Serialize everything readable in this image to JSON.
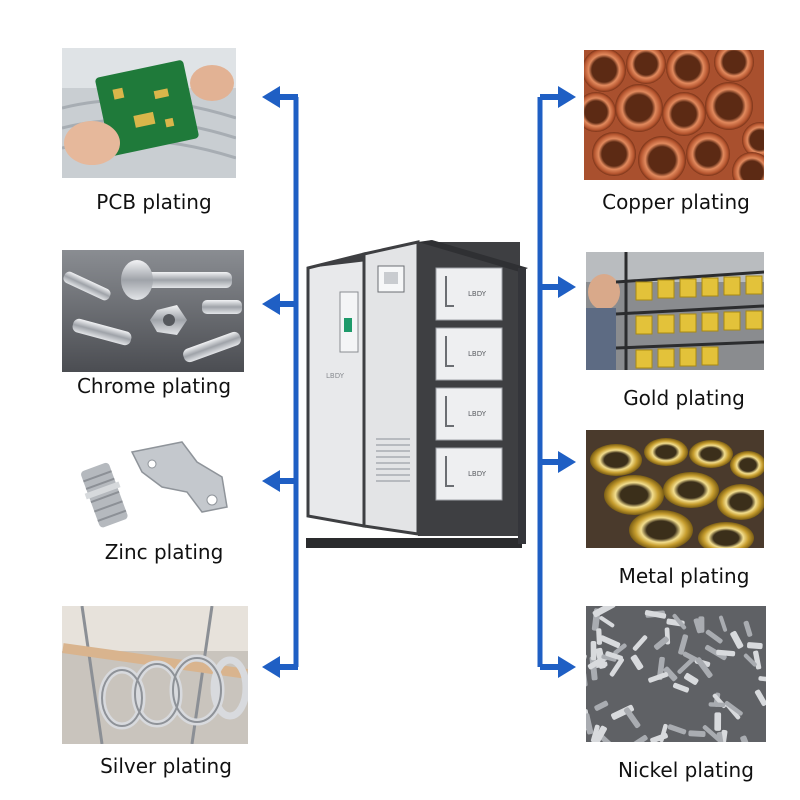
{
  "colors": {
    "arrow": "#1f5fc4",
    "cabinet": "#3e3f42",
    "panel": "#e6e7e9"
  },
  "cabinet": {
    "brand": "LBDY",
    "module_brand": "LBDY"
  },
  "left_items": [
    {
      "label": "PCB plating",
      "icon": "pcb-board-photo"
    },
    {
      "label": "Chrome plating",
      "icon": "chrome-bolts-photo"
    },
    {
      "label": "Zinc plating",
      "icon": "zinc-parts-photo"
    },
    {
      "label": "Silver plating",
      "icon": "silver-rings-photo"
    }
  ],
  "right_items": [
    {
      "label": "Copper plating",
      "icon": "copper-pipes-photo"
    },
    {
      "label": "Gold plating",
      "icon": "gold-parts-photo"
    },
    {
      "label": "Metal plating",
      "icon": "metal-rings-photo"
    },
    {
      "label": "Nickel plating",
      "icon": "nickel-parts-photo"
    }
  ]
}
